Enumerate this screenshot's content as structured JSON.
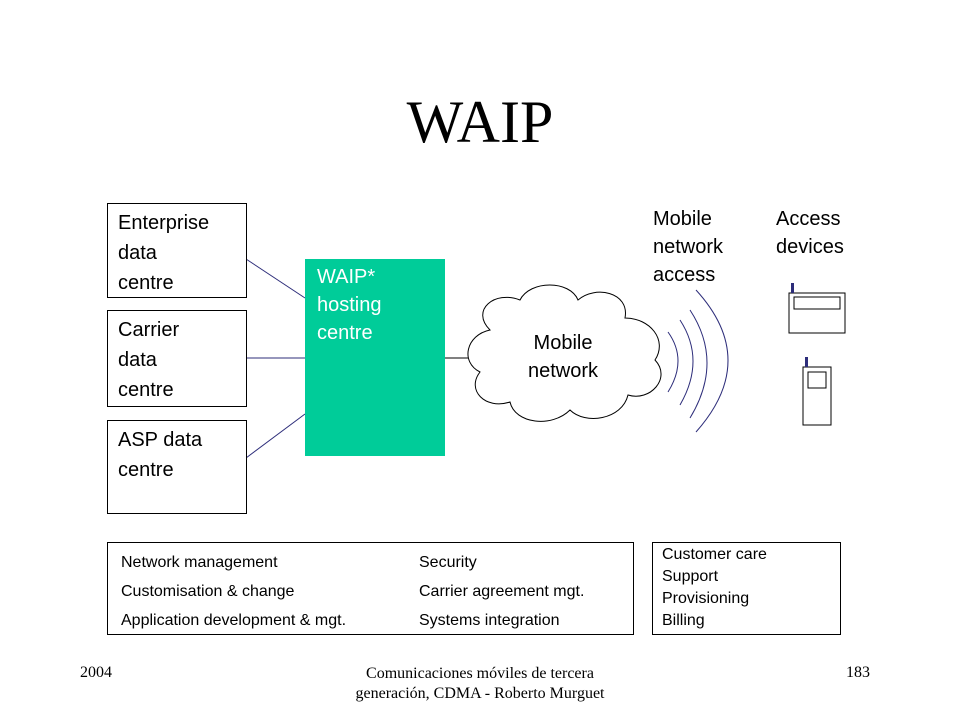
{
  "slide": {
    "title": "WAIP",
    "sources": {
      "enterprise": [
        "Enterprise",
        "data",
        "centre"
      ],
      "carrier": [
        "Carrier",
        "data",
        "centre"
      ],
      "asp": [
        "ASP data",
        "centre"
      ]
    },
    "hosting": [
      "WAIP*",
      "hosting",
      "centre"
    ],
    "cloud": [
      "Mobile",
      "network"
    ],
    "mobile_access": [
      "Mobile",
      "network",
      "access"
    ],
    "access_devices": [
      "Access",
      "devices"
    ],
    "services": {
      "col1": [
        "Network management",
        "Customisation & change",
        "Application development & mgt."
      ],
      "col2": [
        "Security",
        "Carrier agreement mgt.",
        "Systems integration"
      ]
    },
    "customer": [
      "Customer care",
      "Support",
      "Provisioning",
      "Billing"
    ]
  },
  "footer": {
    "year": "2004",
    "course": "Comunicaciones móviles de tercera generación, CDMA - Roberto Murguet",
    "page": "183"
  },
  "colors": {
    "hosting": "#00cc99",
    "lines": "#2d2d7a"
  }
}
